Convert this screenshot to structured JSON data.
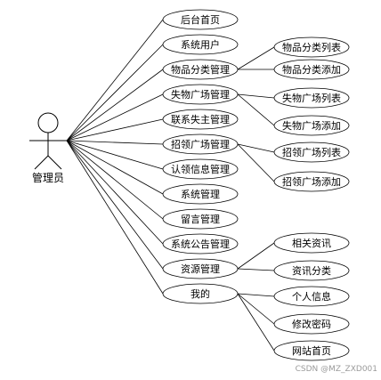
{
  "actor": {
    "label": "管理员"
  },
  "use_cases": [
    {
      "id": "uc1",
      "label": "后台首页"
    },
    {
      "id": "uc2",
      "label": "系统用户"
    },
    {
      "id": "uc3",
      "label": "物品分类管理"
    },
    {
      "id": "uc4",
      "label": "失物广场管理"
    },
    {
      "id": "uc5",
      "label": "联系失主管理"
    },
    {
      "id": "uc6",
      "label": "招领广场管理"
    },
    {
      "id": "uc7",
      "label": "认领信息管理"
    },
    {
      "id": "uc8",
      "label": "系统管理"
    },
    {
      "id": "uc9",
      "label": "留言管理"
    },
    {
      "id": "uc10",
      "label": "系统公告管理"
    },
    {
      "id": "uc11",
      "label": "资源管理"
    },
    {
      "id": "uc12",
      "label": "我的"
    }
  ],
  "sub_cases": [
    {
      "id": "s1",
      "parent": "uc3",
      "label": "物品分类列表"
    },
    {
      "id": "s2",
      "parent": "uc3",
      "label": "物品分类添加"
    },
    {
      "id": "s3",
      "parent": "uc4",
      "label": "失物广场列表"
    },
    {
      "id": "s4",
      "parent": "uc4",
      "label": "失物广场添加"
    },
    {
      "id": "s5",
      "parent": "uc6",
      "label": "招领广场列表"
    },
    {
      "id": "s6",
      "parent": "uc6",
      "label": "招领广场添加"
    },
    {
      "id": "s7",
      "parent": "uc11",
      "label": "相关资讯"
    },
    {
      "id": "s8",
      "parent": "uc11",
      "label": "资讯分类"
    },
    {
      "id": "s9",
      "parent": "uc12",
      "label": "个人信息"
    },
    {
      "id": "s10",
      "parent": "uc12",
      "label": "修改密码"
    },
    {
      "id": "s11",
      "parent": "uc12",
      "label": "网站首页"
    }
  ],
  "watermark": "CSDN @MZ_ZXD001"
}
